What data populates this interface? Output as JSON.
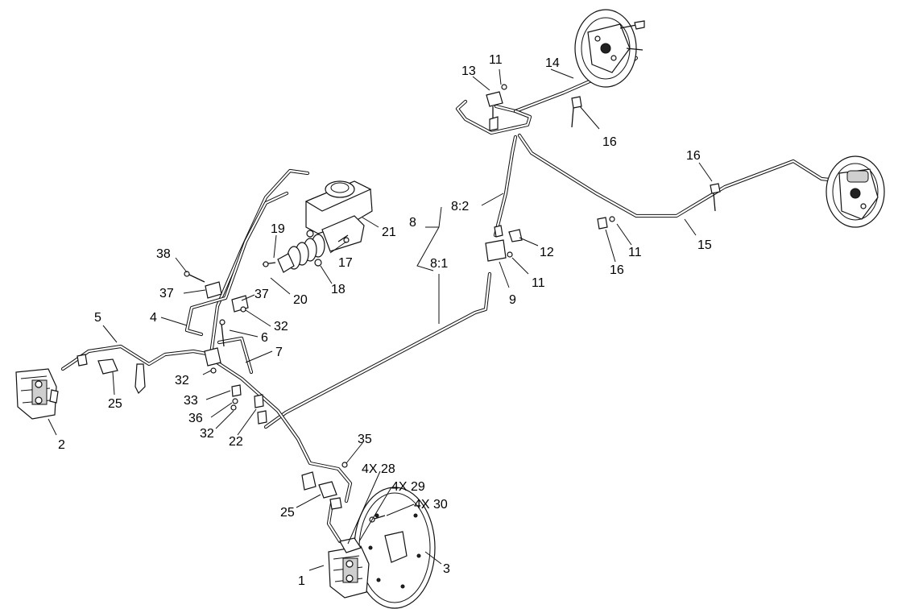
{
  "callouts": {
    "c1": "1",
    "c2": "2",
    "c3": "3",
    "c4": "4",
    "c5": "5",
    "c6": "6",
    "c7": "7",
    "c8": "8",
    "c8_1": "8:1",
    "c8_2": "8:2",
    "c9": "9",
    "c11a": "11",
    "c11b": "11",
    "c11c": "11",
    "c12": "12",
    "c13": "13",
    "c14": "14",
    "c15": "15",
    "c16a": "16",
    "c16b": "16",
    "c16c": "16",
    "c17": "17",
    "c18": "18",
    "c19": "19",
    "c20": "20",
    "c21": "21",
    "c22": "22",
    "c25a": "25",
    "c25b": "25",
    "c28": "4X 28",
    "c29": "4X 29",
    "c30": "4X 30",
    "c32a": "32",
    "c32b": "32",
    "c32c": "32",
    "c33": "33",
    "c35": "35",
    "c36": "36",
    "c37a": "37",
    "c37b": "37",
    "c38": "38"
  }
}
